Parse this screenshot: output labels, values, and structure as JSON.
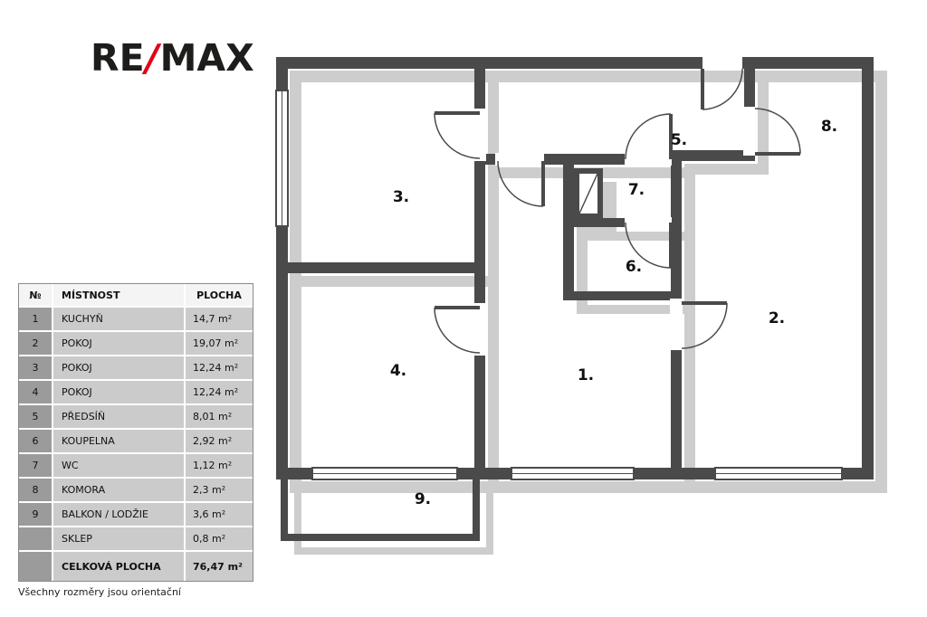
{
  "logo": {
    "re": "RE",
    "slash": "/",
    "max": "MAX"
  },
  "table": {
    "headers": {
      "num": "№",
      "room": "MÍSTNOST",
      "area": "PLOCHA"
    },
    "rows": [
      {
        "num": "1",
        "room": "KUCHYŇ",
        "area": "14,7  m²"
      },
      {
        "num": "2",
        "room": "POKOJ",
        "area": "19,07 m²"
      },
      {
        "num": "3",
        "room": "POKOJ",
        "area": "12,24 m²"
      },
      {
        "num": "4",
        "room": "POKOJ",
        "area": "12,24 m²"
      },
      {
        "num": "5",
        "room": "PŘEDSÍŇ",
        "area": "8,01 m²"
      },
      {
        "num": "6",
        "room": "KOUPELNA",
        "area": "2,92 m²"
      },
      {
        "num": "7",
        "room": "WC",
        "area": "1,12 m²"
      },
      {
        "num": "8",
        "room": "KOMORA",
        "area": "2,3 m²"
      },
      {
        "num": "9",
        "room": "BALKON / LODŽIE",
        "area": "3,6 m²"
      },
      {
        "num": "",
        "room": "SKLEP",
        "area": "0,8 m²"
      }
    ],
    "total": {
      "num": "",
      "room": "CELKOVÁ PLOCHA",
      "area": "76,47 m²"
    }
  },
  "plan": {
    "labels": [
      "1.",
      "2.",
      "3.",
      "4.",
      "5.",
      "6.",
      "7.",
      "8.",
      "9."
    ]
  },
  "footnote": "Všechny rozměry jsou orientační",
  "colors": {
    "wall": "#4a4a4a",
    "shadow": "#cdcdcd",
    "logo_red": "#e2001a",
    "logo_dark": "#1d1d1b"
  }
}
